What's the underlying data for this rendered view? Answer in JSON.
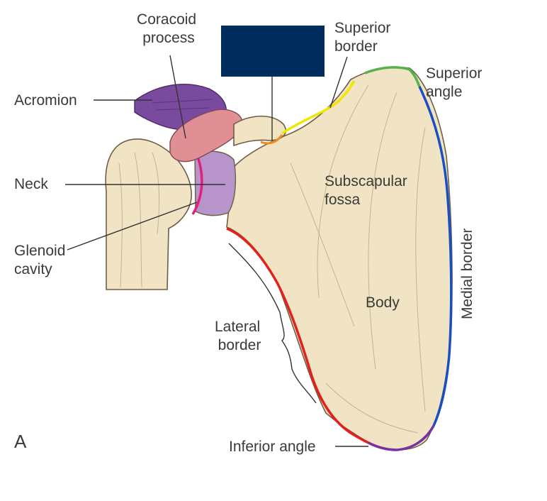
{
  "labels": {
    "coracoid": [
      "Coracoid",
      "process"
    ],
    "superior_border": [
      "Superior",
      "border"
    ],
    "superior_angle": [
      "Superior",
      "angle"
    ],
    "acromion": "Acromion",
    "neck": "Neck",
    "glenoid": [
      "Glenoid",
      "cavity"
    ],
    "subscapular": [
      "Subscapular",
      "fossa"
    ],
    "medial_border": "Medial border",
    "body": "Body",
    "lateral_border": [
      "Lateral",
      "border"
    ],
    "inferior_angle": "Inferior angle",
    "panel_letter": "A"
  },
  "colors": {
    "redaction_box": "#002d5c",
    "superior_border_line": "#f2e600",
    "superior_angle_line": "#5ab04a",
    "medial_border_line": "#1a4fc4",
    "lateral_border_line": "#e3201b",
    "inferior_angle_line": "#7a2fa0",
    "glenoid_line": "#e0207a",
    "notch_line": "#f08a1a",
    "acromion": "#7a4a9e",
    "coracoid": "#e08f95",
    "neck": "#b794c9",
    "bone": "#f1e4c4"
  }
}
